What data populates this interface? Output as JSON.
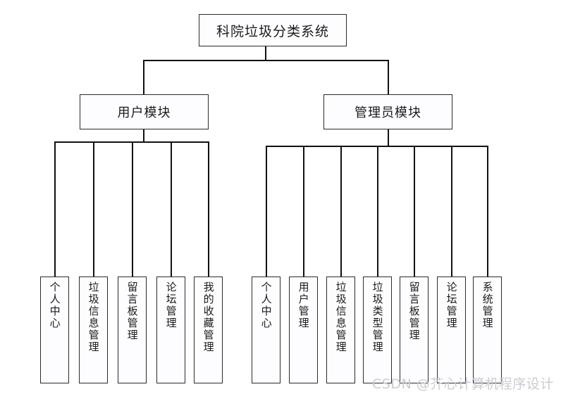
{
  "diagram": {
    "type": "tree",
    "root": {
      "label": "科院垃圾分类系统"
    },
    "modules": [
      {
        "label": "用户模块"
      },
      {
        "label": "管理员模块"
      }
    ],
    "user_module_leaves": [
      {
        "label": "个人中心"
      },
      {
        "label": "垃圾信息管理"
      },
      {
        "label": "留言板管理"
      },
      {
        "label": "论坛管理"
      },
      {
        "label": "我的收藏管理"
      }
    ],
    "admin_module_leaves": [
      {
        "label": "个人中心"
      },
      {
        "label": "用户管理"
      },
      {
        "label": "垃圾信息管理"
      },
      {
        "label": "垃圾类型管理"
      },
      {
        "label": "留言板管理"
      },
      {
        "label": "论坛管理"
      },
      {
        "label": "系统管理"
      }
    ],
    "colors": {
      "line": "#111111",
      "box_border": "#2b2b2b",
      "box_fill": "#fdfdff",
      "text": "#1a1a1a",
      "watermark": "#c9ccd2",
      "background": "#ffffff"
    }
  },
  "watermark": {
    "text": "CSDN @芥心计算机程序设计"
  }
}
